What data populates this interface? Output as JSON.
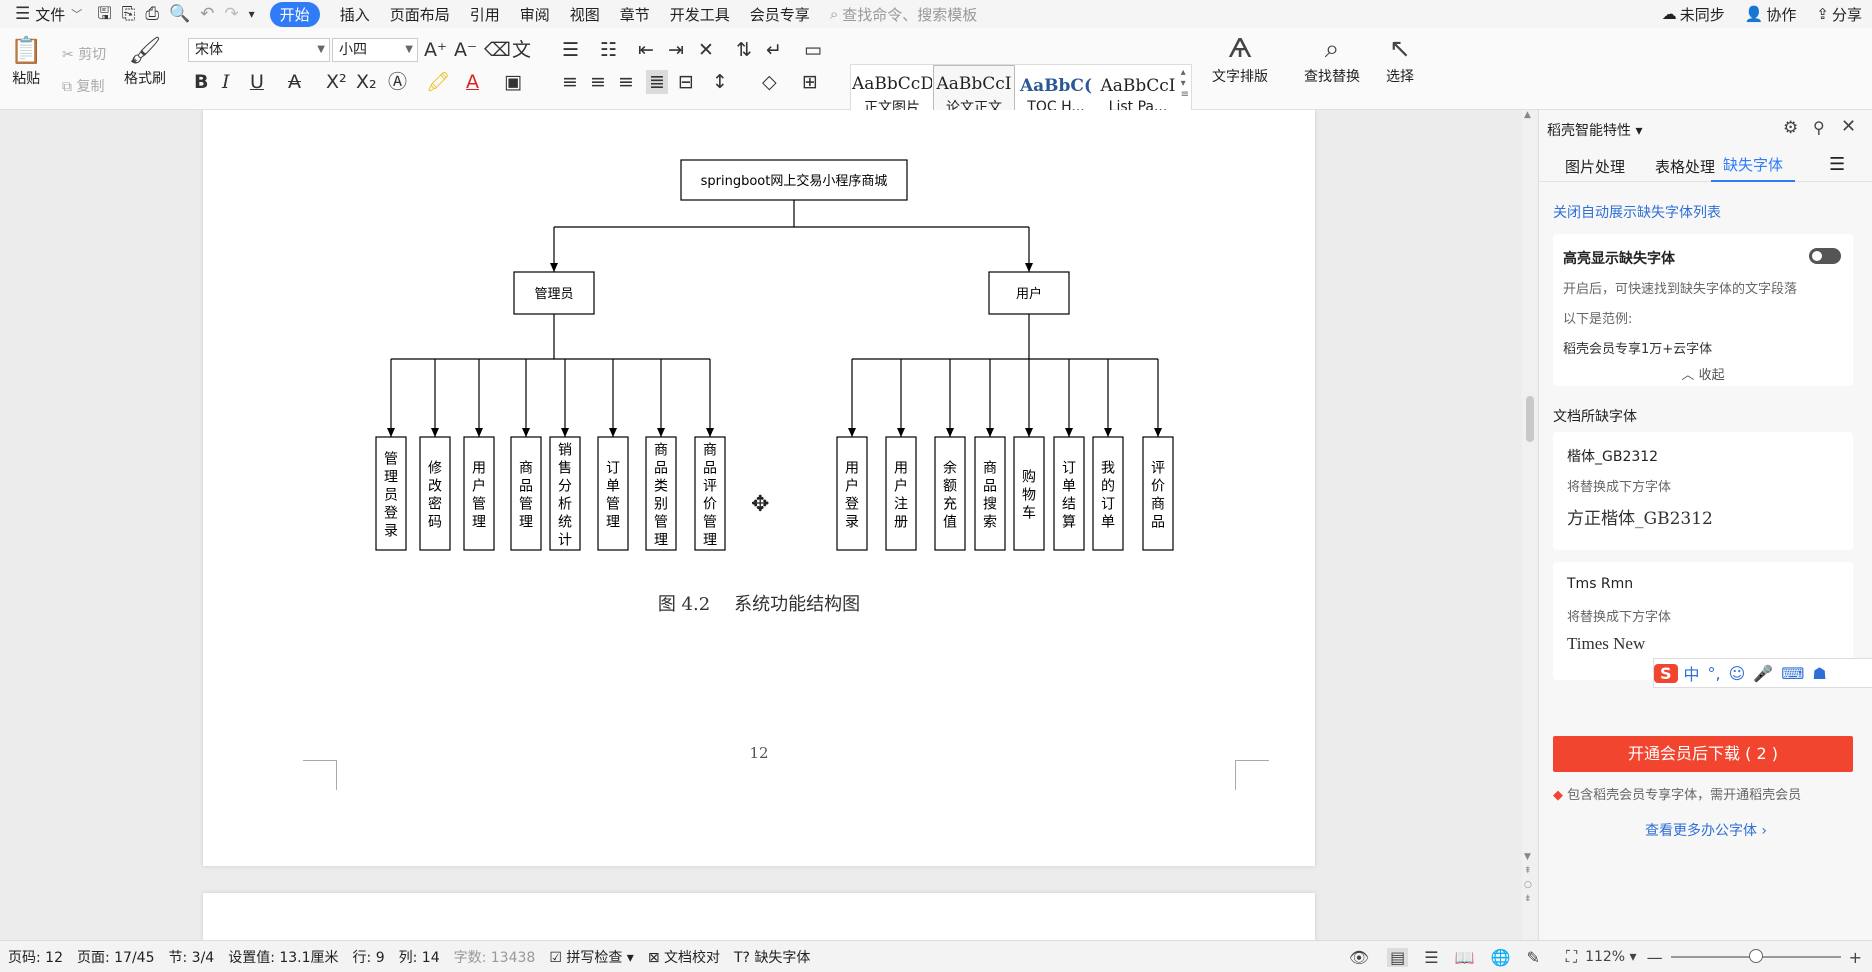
{
  "menu": {
    "file": "文件",
    "tabs": [
      "开始",
      "插入",
      "页面布局",
      "引用",
      "审阅",
      "视图",
      "章节",
      "开发工具",
      "会员专享"
    ],
    "search_placeholder": "查找命令、搜索模板",
    "sync": "未同步",
    "collab": "协作",
    "share": "分享"
  },
  "ribbon": {
    "paste": "粘贴",
    "cut": "剪切",
    "copy": "复制",
    "format_painter": "格式刷",
    "font_name": "宋体",
    "font_size": "小四",
    "styles": [
      {
        "preview": "AaBbCcDd",
        "name": "正文图片"
      },
      {
        "preview": "AaBbCcI",
        "name": "论文正文"
      },
      {
        "preview": "AaBbC(",
        "name": "TOC H..."
      },
      {
        "preview": "AaBbCcI",
        "name": "List Pa..."
      }
    ],
    "text_layout": "文字排版",
    "find_replace": "查找替换",
    "select": "选择"
  },
  "diagram": {
    "root": "springboot网上交易小程序商城",
    "admin": "管理员",
    "user": "用户",
    "admin_children": [
      "管理员登录",
      "修改密码",
      "用户管理",
      "商品管理",
      "销售分析统计",
      "订单管理",
      "商品类别管理",
      "商品评价管理"
    ],
    "user_children": [
      "用户登录",
      "用户注册",
      "余额充值",
      "商品搜索",
      "购物车",
      "订单结算",
      "我的订单",
      "评价商品"
    ],
    "caption_num": "图 4.2",
    "caption_text": "系统功能结构图"
  },
  "page_number": "12",
  "panel": {
    "title": "稻壳智能特性",
    "tabs": [
      "图片处理",
      "表格处理",
      "缺失字体"
    ],
    "close_auto": "关闭自动展示缺失字体列表",
    "highlight_title": "高亮显示缺失字体",
    "highlight_desc": "开启后，可快速找到缺失字体的文字段落",
    "example_label": "以下是范例:",
    "example_text": "稻壳会员专享1万+云字体",
    "collapse": "收起",
    "missing_title": "文档所缺字体",
    "fonts": [
      {
        "name": "楷体_GB2312",
        "hint": "将替换成下方字体",
        "replacement": "方正楷体_GB2312"
      },
      {
        "name": "Tms Rmn",
        "hint": "将替换成下方字体",
        "replacement": "Times New"
      }
    ],
    "download_btn": "开通会员后下载 ( 2 )",
    "member_note": "包含稻壳会员专享字体，需开通稻壳会员",
    "more_fonts": "查看更多办公字体"
  },
  "ime": {
    "mode": "中"
  },
  "status": {
    "page_no": "页码: 12",
    "pages": "页面: 17/45",
    "section": "节: 3/4",
    "setting": "设置值: 13.1厘米",
    "row": "行: 9",
    "col": "列: 14",
    "words": "字数: 13438",
    "spell": "拼写检查",
    "proof": "文档校对",
    "missing_font": "缺失字体",
    "zoom": "112%"
  },
  "colors": {
    "accent": "#2f7cf6",
    "download": "#f2452f",
    "link": "#2f6fd6"
  }
}
